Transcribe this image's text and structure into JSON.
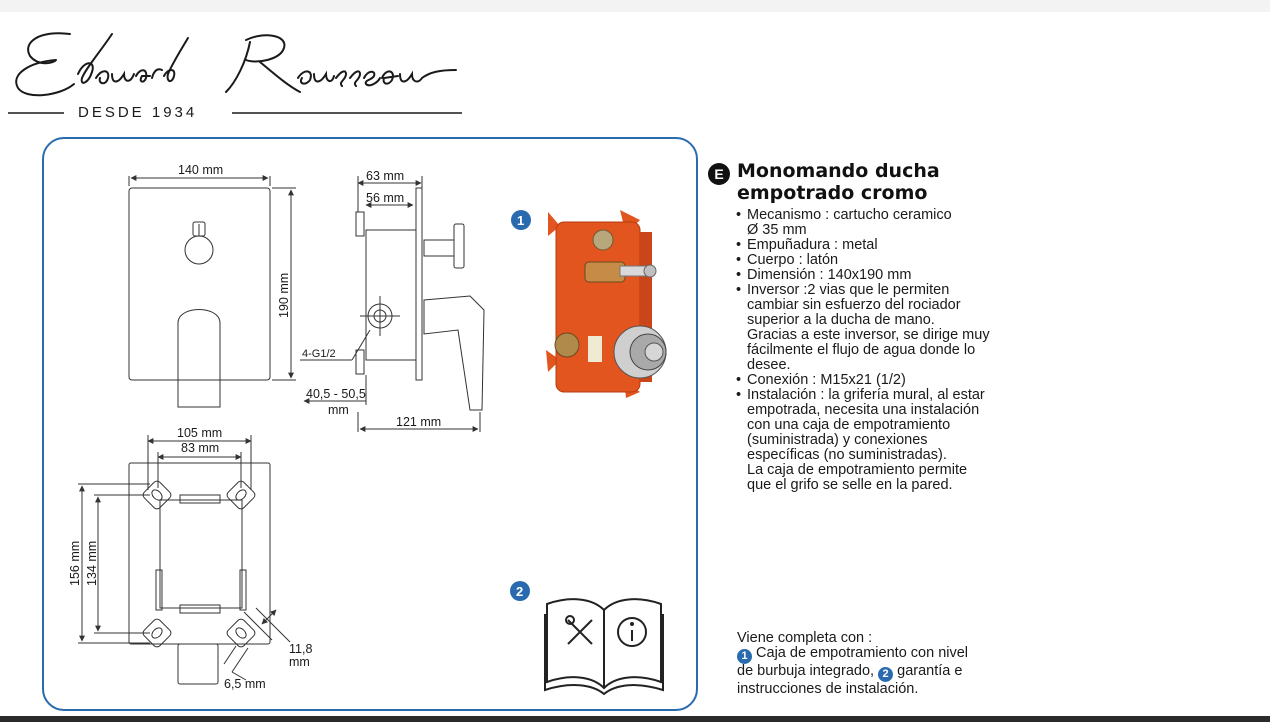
{
  "brand": {
    "name": "Edouard Rousseau",
    "tagline": "DESDE 1934"
  },
  "drawing": {
    "dims": {
      "width_140": "140 mm",
      "height_190": "190 mm",
      "depth_63": "63 mm",
      "depth_56": "56 mm",
      "thread": "4-G1/2",
      "range": "40,5 - 50,5",
      "range_unit": "mm",
      "depth_121": "121 mm",
      "box_105": "105 mm",
      "box_83": "83 mm",
      "box_156": "156 mm",
      "box_134": "134 mm",
      "hole_11": "11,8",
      "hole_11_unit": "mm",
      "hole_6": "6,5 mm"
    },
    "callouts": [
      "1",
      "2"
    ]
  },
  "colors": {
    "frame": "#2a6bb0",
    "box_orange": "#e2551f",
    "callout": "#2a6bb0"
  },
  "product": {
    "badge": "E",
    "title_line1": "Monomando ducha",
    "title_line2": "empotrado cromo",
    "specs": [
      {
        "l1": "Mecanismo : cartucho ceramico",
        "l2": "Ø 35 mm"
      },
      {
        "l1": "Empuñadura : metal"
      },
      {
        "l1": "Cuerpo : latón"
      },
      {
        "l1": "Dimensión : 140x190 mm"
      },
      {
        "l1": "Inversor :2 vias que le permiten",
        "l2": "cambiar sin esfuerzo del rociador",
        "l3": "superior a la ducha de mano.",
        "l4": "Gracias a este inversor, se dirige muy",
        "l5": "fácilmente el flujo de agua donde lo",
        "l6": "desee."
      },
      {
        "l1": "Conexión : M15x21 (1/2)"
      },
      {
        "l1": "Instalación : la grifería mural, al estar",
        "l2": "empotrada, necesita una instalación",
        "l3": "con una caja de empotramiento",
        "l4": "(suministrada) y conexiones",
        "l5": "específicas (no suministradas).",
        "l6": "La caja de empotramiento permite",
        "l7": "que el grifo se selle en la pared."
      }
    ]
  },
  "footer": {
    "intro": "Viene completa con :",
    "n1": "1",
    "item1": "Caja de empotramiento con nivel",
    "item1b": "de burbuja integrado,",
    "n2": "2",
    "item2": "garantía e",
    "item2b": "instrucciones de instalación."
  }
}
